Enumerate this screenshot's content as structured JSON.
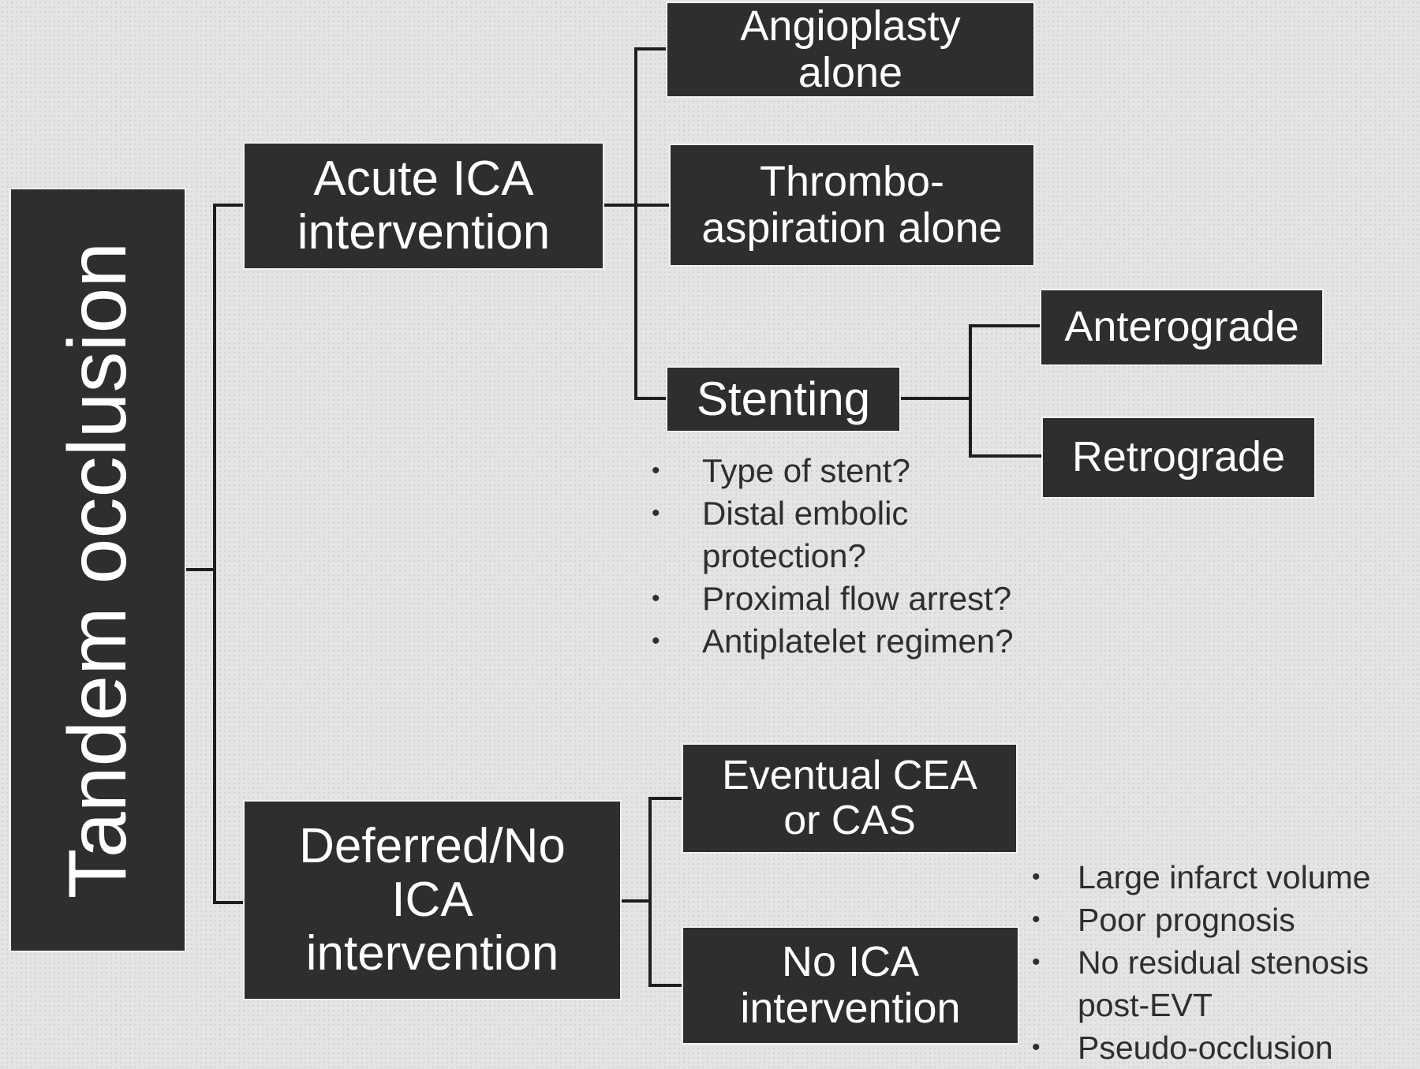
{
  "root": {
    "label": "Tandem occlusion"
  },
  "acute": {
    "label": "Acute ICA\nintervention"
  },
  "deferred": {
    "label": "Deferred/No\nICA\nintervention"
  },
  "angioplasty": {
    "label": "Angioplasty\nalone"
  },
  "thrombo": {
    "label": "Thrombo-\naspiration alone"
  },
  "stenting": {
    "label": "Stenting"
  },
  "anterograde": {
    "label": "Anterograde"
  },
  "retrograde": {
    "label": "Retrograde"
  },
  "eventual": {
    "label": "Eventual CEA\nor CAS"
  },
  "no_ica": {
    "label": "No ICA\nintervention"
  },
  "stenting_questions": [
    "Type of stent?",
    "Distal embolic\nprotection?",
    "Proximal flow arrest?",
    "Antiplatelet regimen?"
  ],
  "no_intervention_reasons": [
    "Large infarct volume",
    "Poor prognosis",
    "No residual stenosis\npost-EVT",
    "Pseudo-occlusion"
  ],
  "colors": {
    "box_fill": "#2e2e2e",
    "box_text": "#ffffff",
    "background": "#e4e4e4",
    "connector": "#1e1e1e",
    "bullet_text": "#2e2e2e"
  }
}
